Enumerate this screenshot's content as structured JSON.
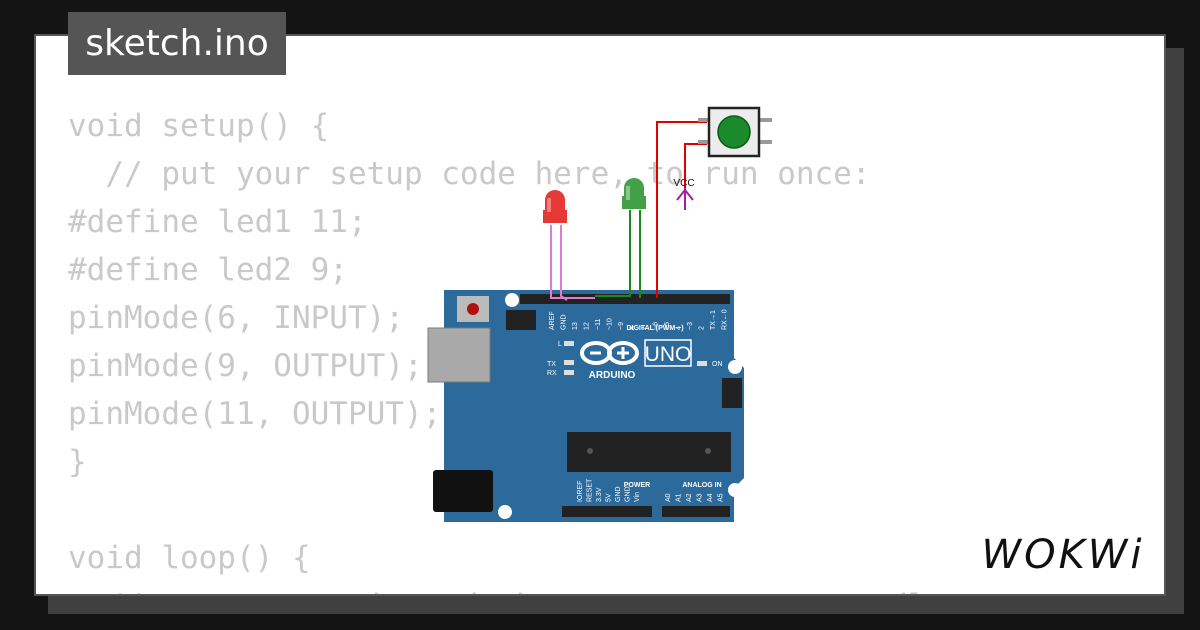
{
  "tab": {
    "filename": "sketch.ino"
  },
  "code": {
    "lines": [
      "void setup() {",
      "  // put your setup code here, to run once:",
      "#define led1 11;",
      "#define led2 9;",
      "pinMode(6, INPUT);",
      "pinMode(9, OUTPUT);",
      "pinMode(11, OUTPUT);",
      "}",
      "",
      "void loop() {",
      "  // put your main code here, to run repeatedly:"
    ]
  },
  "board": {
    "model": "UNO",
    "brand": "ARDUINO",
    "digital_label": "DIGITAL (PWM ~)",
    "power_label": "POWER",
    "analog_label": "ANALOG IN",
    "on_label": "ON",
    "l_label": "L",
    "tx_label": "TX",
    "rx_label": "RX",
    "top_pins": [
      "AREF",
      "GND",
      "13",
      "12",
      "~11",
      "~10",
      "~9",
      "8",
      "7",
      "~6",
      "~5",
      "4",
      "~3",
      "2",
      "TX→1",
      "RX←0"
    ],
    "power_pins": [
      "IOREF",
      "RESET",
      "3.3V",
      "5V",
      "GND",
      "GND",
      "Vin"
    ],
    "analog_pins": [
      "A0",
      "A1",
      "A2",
      "A3",
      "A4",
      "A5"
    ]
  },
  "vcc": {
    "label": "VCC"
  },
  "logo": {
    "text": "WOKWi"
  },
  "colors": {
    "background": "#141414",
    "board": "#2c6a9b",
    "code_text": "#c9c9c9",
    "tab_bg": "#555555",
    "led_red": "#e53935",
    "led_green": "#43a047",
    "button_cap": "#1b8a2c",
    "wire_pink": "#e07ad7",
    "wire_green": "#1b8a1b",
    "wire_red": "#e00000",
    "vcc": "#a020a0"
  }
}
